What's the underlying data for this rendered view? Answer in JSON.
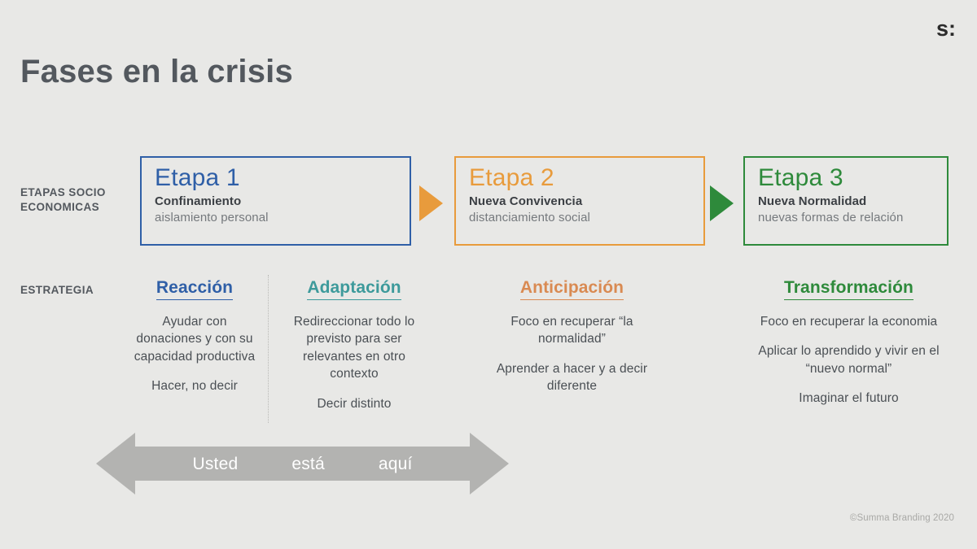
{
  "brand": {
    "logo": "s:",
    "copyright": "©Summa Branding 2020"
  },
  "slide": {
    "title": "Fases en la crisis"
  },
  "row_labels": {
    "stages": "ETAPAS SOCIO ECONOMICAS",
    "strategy": "ESTRATEGIA"
  },
  "stages": [
    {
      "heading": "Etapa 1",
      "name": "Confinamiento",
      "subtitle": "aislamiento personal",
      "color": "#2f5fa7"
    },
    {
      "heading": "Etapa 2",
      "name": "Nueva Convivencia",
      "subtitle": "distanciamiento social",
      "color": "#e89b3c"
    },
    {
      "heading": "Etapa 3",
      "name": "Nueva Normalidad",
      "subtitle": "nuevas formas de relación",
      "color": "#2e8a3b"
    }
  ],
  "connectors": [
    {
      "name": "arrow-stage1-to-stage2",
      "color": "#e89b3c"
    },
    {
      "name": "arrow-stage2-to-stage3",
      "color": "#2e8a3b"
    }
  ],
  "strategies": [
    {
      "title": "Reacción",
      "color": "#2f5fa7",
      "paragraphs": [
        "Ayudar con donaciones y con su capacidad productiva",
        "Hacer, no decir"
      ]
    },
    {
      "title": "Adaptación",
      "color": "#3d9a9b",
      "paragraphs": [
        "Redireccionar todo lo previsto para ser relevantes en otro contexto",
        "Decir distinto"
      ]
    },
    {
      "title": "Anticipación",
      "color": "#d98a52",
      "paragraphs": [
        "Foco en recuperar “la normalidad”",
        "Aprender a hacer y a decir diferente"
      ]
    },
    {
      "title": "Transformación",
      "color": "#2e8a3b",
      "paragraphs": [
        "Foco en recuperar la economia",
        "Aplicar lo aprendido y vivir en el “nuevo normal”",
        "Imaginar el futuro"
      ]
    }
  ],
  "here_indicator": {
    "words": [
      "Usted",
      "está",
      "aquí"
    ],
    "color": "#b3b3b1"
  }
}
